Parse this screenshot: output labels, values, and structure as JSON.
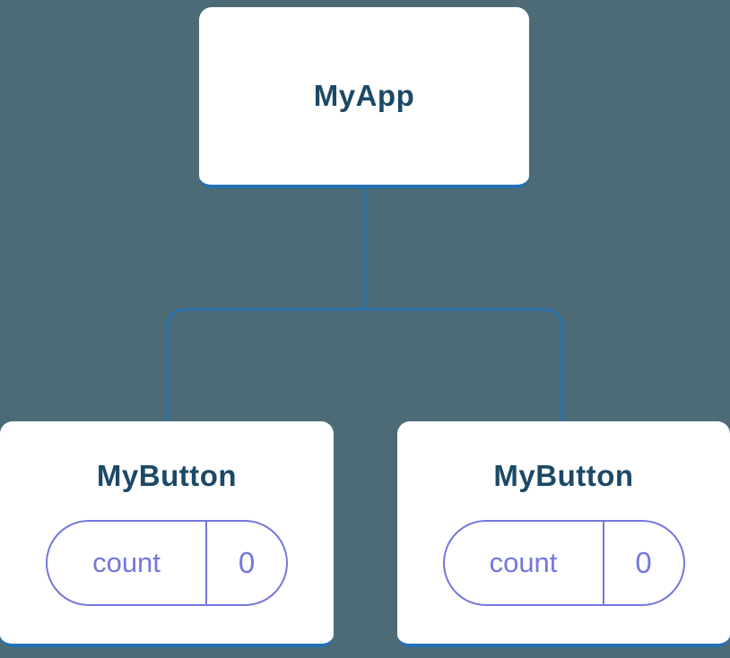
{
  "colors": {
    "background": "#4C6B76",
    "connector": "#2272B6",
    "box_fill": "#FFFFFF",
    "box_edge": "#2272B6",
    "title_text": "#1C4966",
    "pill": "#7477DB"
  },
  "tree": {
    "root": {
      "label": "MyApp"
    },
    "children": [
      {
        "label": "MyButton",
        "state": {
          "key": "count",
          "value": "0"
        }
      },
      {
        "label": "MyButton",
        "state": {
          "key": "count",
          "value": "0"
        }
      }
    ]
  }
}
